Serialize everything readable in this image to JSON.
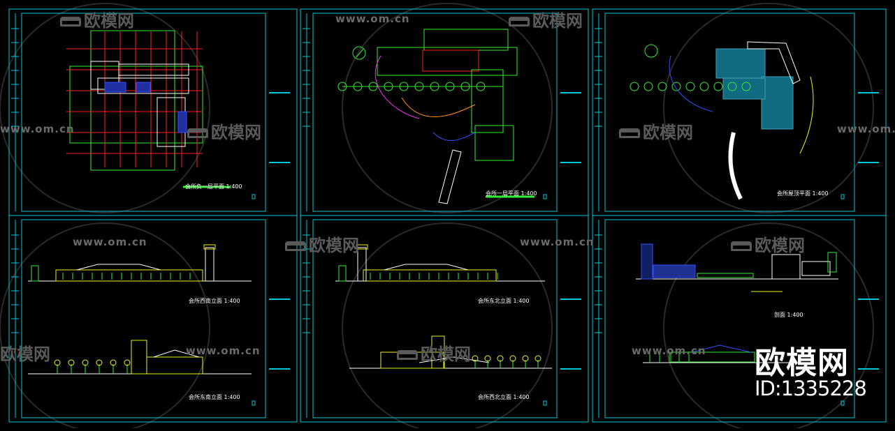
{
  "colors": {
    "frame": "#00c8d8",
    "green": "#33ee33",
    "yellow": "#f0f020",
    "red": "#ff2020",
    "white": "#ffffff",
    "blue": "#3050ff",
    "magenta": "#ff30ff",
    "orange": "#ff9020"
  },
  "sheets": [
    {
      "title": "会所负一层平面",
      "scale": "1:400",
      "drawing": "plan-basement"
    },
    {
      "title": "会所一层平面",
      "scale": "1:400",
      "drawing": "site-plan"
    },
    {
      "title": "会所屋顶平面",
      "scale": "1:400",
      "drawing": "roof-plan"
    },
    {
      "title": "会所西南立面",
      "scale": "1:400",
      "drawing": "elevation"
    },
    {
      "title": "会所东北立面",
      "scale": "1:400",
      "drawing": "elevation"
    },
    {
      "title": "剖面",
      "scale": "1:400",
      "drawing": "section"
    },
    {
      "title": "会所东南立面",
      "scale": "1:400",
      "drawing": "elevation"
    },
    {
      "title": "会所西北立面",
      "scale": "1:400",
      "drawing": "elevation"
    }
  ],
  "watermark": {
    "url": "www.om.cn",
    "brand": "欧模网"
  },
  "brand_badge": {
    "name": "欧模网",
    "id": "ID:1335228"
  },
  "north_arrow_icon": "north-arrow-icon"
}
